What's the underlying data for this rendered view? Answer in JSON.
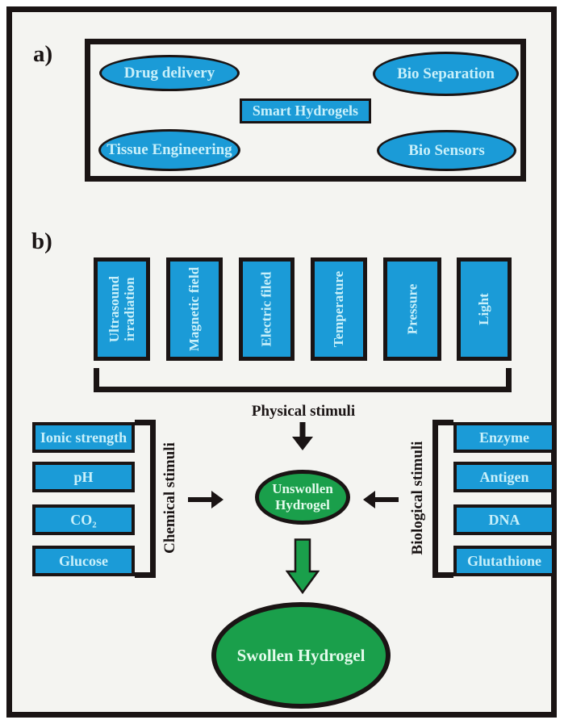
{
  "colors": {
    "blue": "#1b9bd7",
    "green": "#1a9f4b",
    "ink": "#1a1414",
    "text_on_blue": "#c9f0fa",
    "text_on_green": "#e3fbec",
    "bg": "#f4f4f1"
  },
  "panel_a": {
    "label": "a)",
    "center_box": "Smart Hydrogels",
    "ovals": {
      "drug_delivery": "Drug delivery",
      "bio_separation": "Bio Separation",
      "tissue_engineering": "Tissue Engineering",
      "bio_sensors": "Bio Sensors"
    }
  },
  "panel_b": {
    "label": "b)",
    "physical": {
      "caption": "Physical stimuli",
      "bars": [
        "Ultrasound\nirradiation",
        "Magnetic field",
        "Electric filed",
        "Temperature",
        "Pressure",
        "Light"
      ]
    },
    "chemical": {
      "caption": "Chemical stimuli",
      "items": [
        "Ionic strength",
        "pH",
        "CO₂",
        "Glucose"
      ]
    },
    "biological": {
      "caption": "Biological stimuli",
      "items": [
        "Enzyme",
        "Antigen",
        "DNA",
        "Glutathione"
      ]
    },
    "unswollen_hydrogel": "Unswollen Hydrogel",
    "swollen_hydrogel": "Swollen Hydrogel"
  }
}
